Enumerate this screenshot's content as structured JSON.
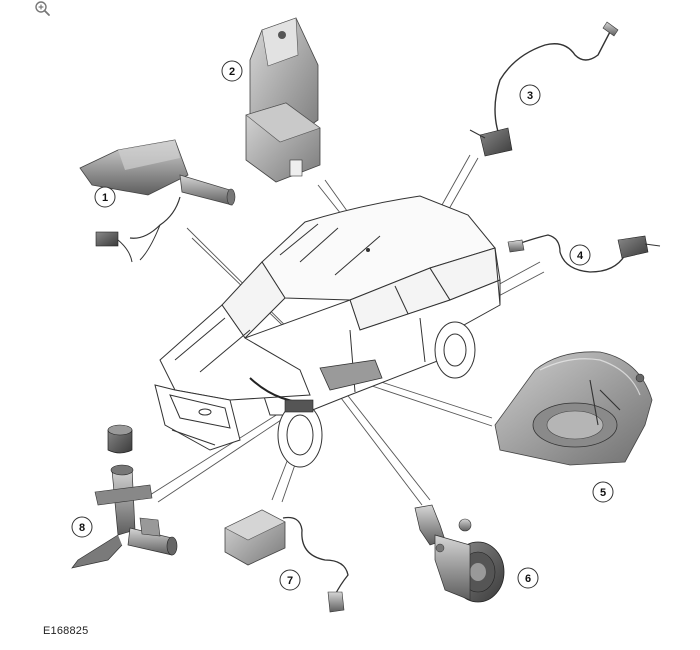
{
  "figure_id": "E168825",
  "zoom_icon": "zoom-in-icon",
  "callouts": [
    {
      "number": "1",
      "component": "diesel-particulate-filter"
    },
    {
      "number": "2",
      "component": "control-module"
    },
    {
      "number": "3",
      "component": "exhaust-gas-sensor"
    },
    {
      "number": "4",
      "component": "exhaust-gas-sensor-with-connector"
    },
    {
      "number": "5",
      "component": "fluid-tank"
    },
    {
      "number": "6",
      "component": "pump-assembly"
    },
    {
      "number": "7",
      "component": "sensor-module-with-probe"
    },
    {
      "number": "8",
      "component": "filler-neck-and-cap"
    }
  ]
}
